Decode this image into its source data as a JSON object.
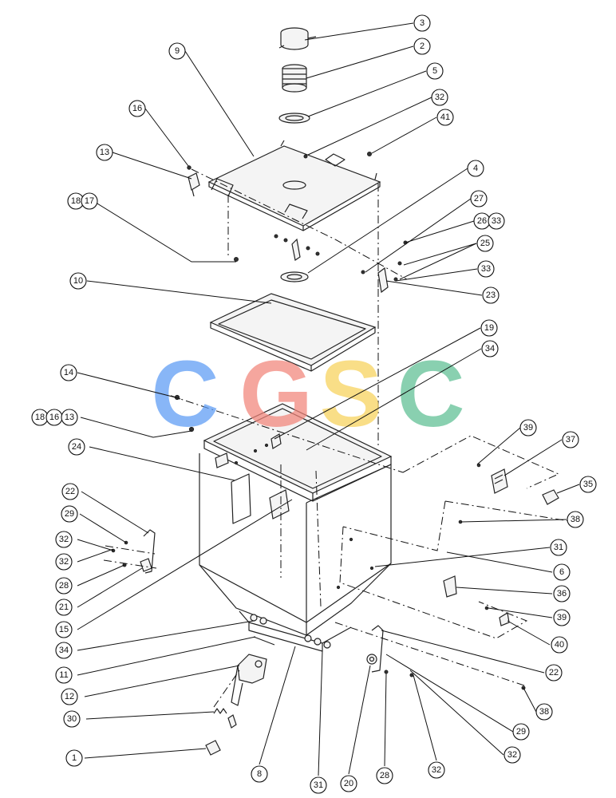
{
  "watermark": {
    "letters": [
      {
        "char": "C",
        "color": "#5B9BF5"
      },
      {
        "char": "G",
        "color": "#F2857A"
      },
      {
        "char": "S",
        "color": "#F8D25A"
      },
      {
        "char": "C",
        "color": "#5DBF93"
      }
    ]
  },
  "callouts": [
    {
      "id": "c3",
      "label": "3"
    },
    {
      "id": "c2",
      "label": "2"
    },
    {
      "id": "c9",
      "label": "9"
    },
    {
      "id": "c5",
      "label": "5"
    },
    {
      "id": "c32a",
      "label": "32"
    },
    {
      "id": "c16a",
      "label": "16"
    },
    {
      "id": "c41",
      "label": "41"
    },
    {
      "id": "c13a",
      "label": "13"
    },
    {
      "id": "c4",
      "label": "4"
    },
    {
      "id": "c18a",
      "label": "18"
    },
    {
      "id": "c17",
      "label": "17"
    },
    {
      "id": "c27",
      "label": "27"
    },
    {
      "id": "c26",
      "label": "26"
    },
    {
      "id": "c33a",
      "label": "33"
    },
    {
      "id": "c25",
      "label": "25"
    },
    {
      "id": "c33b",
      "label": "33"
    },
    {
      "id": "c10",
      "label": "10"
    },
    {
      "id": "c23",
      "label": "23"
    },
    {
      "id": "c19",
      "label": "19"
    },
    {
      "id": "c34a",
      "label": "34"
    },
    {
      "id": "c14",
      "label": "14"
    },
    {
      "id": "c18b",
      "label": "18"
    },
    {
      "id": "c16b",
      "label": "16"
    },
    {
      "id": "c13b",
      "label": "13"
    },
    {
      "id": "c39a",
      "label": "39"
    },
    {
      "id": "c37",
      "label": "37"
    },
    {
      "id": "c24",
      "label": "24"
    },
    {
      "id": "c35",
      "label": "35"
    },
    {
      "id": "c22a",
      "label": "22"
    },
    {
      "id": "c38a",
      "label": "38"
    },
    {
      "id": "c29a",
      "label": "29"
    },
    {
      "id": "c32b",
      "label": "32"
    },
    {
      "id": "c31a",
      "label": "31"
    },
    {
      "id": "c32c",
      "label": "32"
    },
    {
      "id": "c6",
      "label": "6"
    },
    {
      "id": "c28a",
      "label": "28"
    },
    {
      "id": "c36",
      "label": "36"
    },
    {
      "id": "c21",
      "label": "21"
    },
    {
      "id": "c39b",
      "label": "39"
    },
    {
      "id": "c15",
      "label": "15"
    },
    {
      "id": "c40",
      "label": "40"
    },
    {
      "id": "c34b",
      "label": "34"
    },
    {
      "id": "c22b",
      "label": "22"
    },
    {
      "id": "c11",
      "label": "11"
    },
    {
      "id": "c12",
      "label": "12"
    },
    {
      "id": "c38b",
      "label": "38"
    },
    {
      "id": "c29b",
      "label": "29"
    },
    {
      "id": "c30",
      "label": "30"
    },
    {
      "id": "c32d",
      "label": "32"
    },
    {
      "id": "c1",
      "label": "1"
    },
    {
      "id": "c8",
      "label": "8"
    },
    {
      "id": "c28b",
      "label": "28"
    },
    {
      "id": "c32e",
      "label": "32"
    },
    {
      "id": "c31b",
      "label": "31"
    },
    {
      "id": "c20",
      "label": "20"
    }
  ]
}
